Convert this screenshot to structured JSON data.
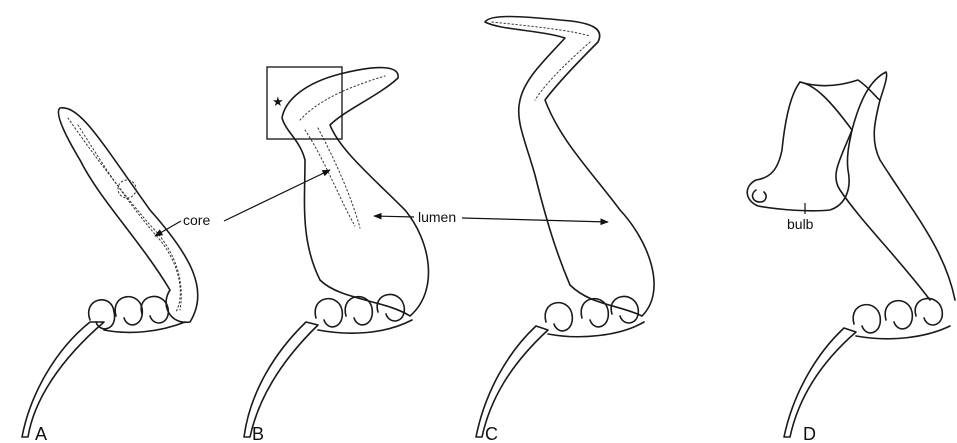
{
  "labels": {
    "core": "core",
    "lumen": "lumen",
    "bulb": "bulb"
  },
  "panels": [
    "A",
    "B",
    "C",
    "D"
  ],
  "markers": {
    "star": "★"
  }
}
